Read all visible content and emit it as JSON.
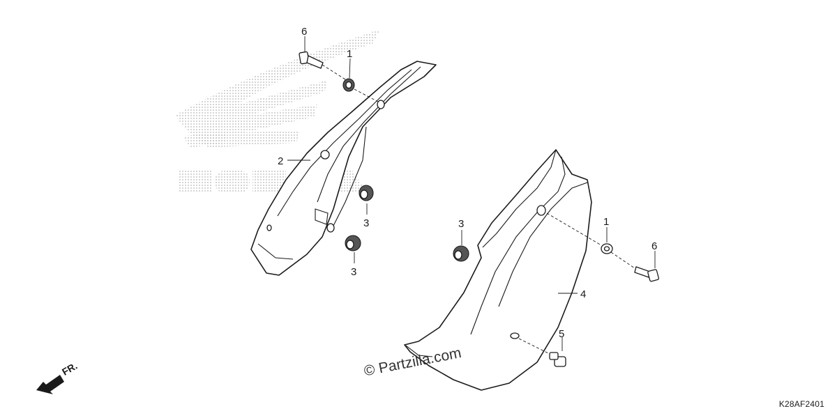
{
  "diagram": {
    "callouts": [
      {
        "id": "c1a",
        "text": "6"
      },
      {
        "id": "c1b",
        "text": "1"
      },
      {
        "id": "c1c",
        "text": "2"
      },
      {
        "id": "c1d",
        "text": "3"
      },
      {
        "id": "c1e",
        "text": "3"
      },
      {
        "id": "c2a",
        "text": "3"
      },
      {
        "id": "c2b",
        "text": "1"
      },
      {
        "id": "c2c",
        "text": "6"
      },
      {
        "id": "c2d",
        "text": "4"
      },
      {
        "id": "c2e",
        "text": "5"
      }
    ],
    "direction_label": "FR.",
    "diagram_code": "K28AF2401",
    "watermark": "© Partzilla.com",
    "logo_text": "HONDA"
  },
  "colors": {
    "line": "#1a1a1a",
    "logo_dots": "#b5b5b5",
    "background": "#ffffff"
  }
}
